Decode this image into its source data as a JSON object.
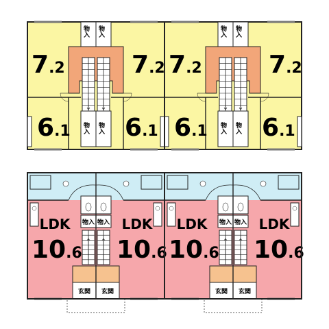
{
  "colors": {
    "bedroom": "#fbf6a3",
    "stair_hall": "#f2a679",
    "ldk": "#f6a7ab",
    "wet_area": "#cfedf5",
    "entrance": "#f6c28f",
    "wall": "#222222",
    "white": "#ffffff"
  },
  "upper_floor": {
    "rooms": [
      {
        "size": "7.2"
      },
      {
        "size": "7.2"
      },
      {
        "size": "7.2"
      },
      {
        "size": "7.2"
      },
      {
        "size": "6.1"
      },
      {
        "size": "6.1"
      },
      {
        "size": "6.1"
      },
      {
        "size": "6.1"
      }
    ],
    "storage_label": "物入"
  },
  "lower_floor": {
    "ldk_label": "LDK",
    "ldk_sizes": [
      "10.6",
      "10.6",
      "10.6",
      "10.6"
    ],
    "storage_label": "物入",
    "entrance_label": "玄関"
  }
}
